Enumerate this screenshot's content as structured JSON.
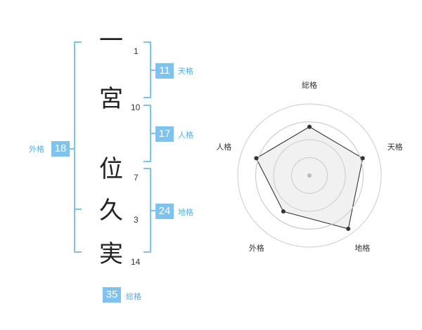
{
  "name_chars": [
    {
      "char": "一",
      "strokes": "1"
    },
    {
      "char": "宮",
      "strokes": "10"
    },
    {
      "char": "位",
      "strokes": "7"
    },
    {
      "char": "久",
      "strokes": "3"
    },
    {
      "char": "実",
      "strokes": "14"
    }
  ],
  "fortunes": {
    "tenkaku": {
      "value": "11",
      "label": "天格"
    },
    "jinkaku": {
      "value": "17",
      "label": "人格"
    },
    "chikaku": {
      "value": "24",
      "label": "地格"
    },
    "gaikaku": {
      "value": "18",
      "label": "外格"
    },
    "soukaku": {
      "value": "35",
      "label": "総格"
    }
  },
  "chart_data": {
    "type": "radar",
    "axes": [
      "総格",
      "天格",
      "地格",
      "外格",
      "人格"
    ],
    "values": [
      3.4,
      3.9,
      4.6,
      3.1,
      3.9
    ],
    "rmax": 5,
    "rings": 4,
    "colors": {
      "fill": "#eeeeee",
      "ring": "#cccccc",
      "line": "#222222",
      "point": "#333333",
      "center": "#bbbbbb"
    }
  },
  "colors": {
    "bracket": "#7ec3f0",
    "accent": "#5aaee6"
  }
}
